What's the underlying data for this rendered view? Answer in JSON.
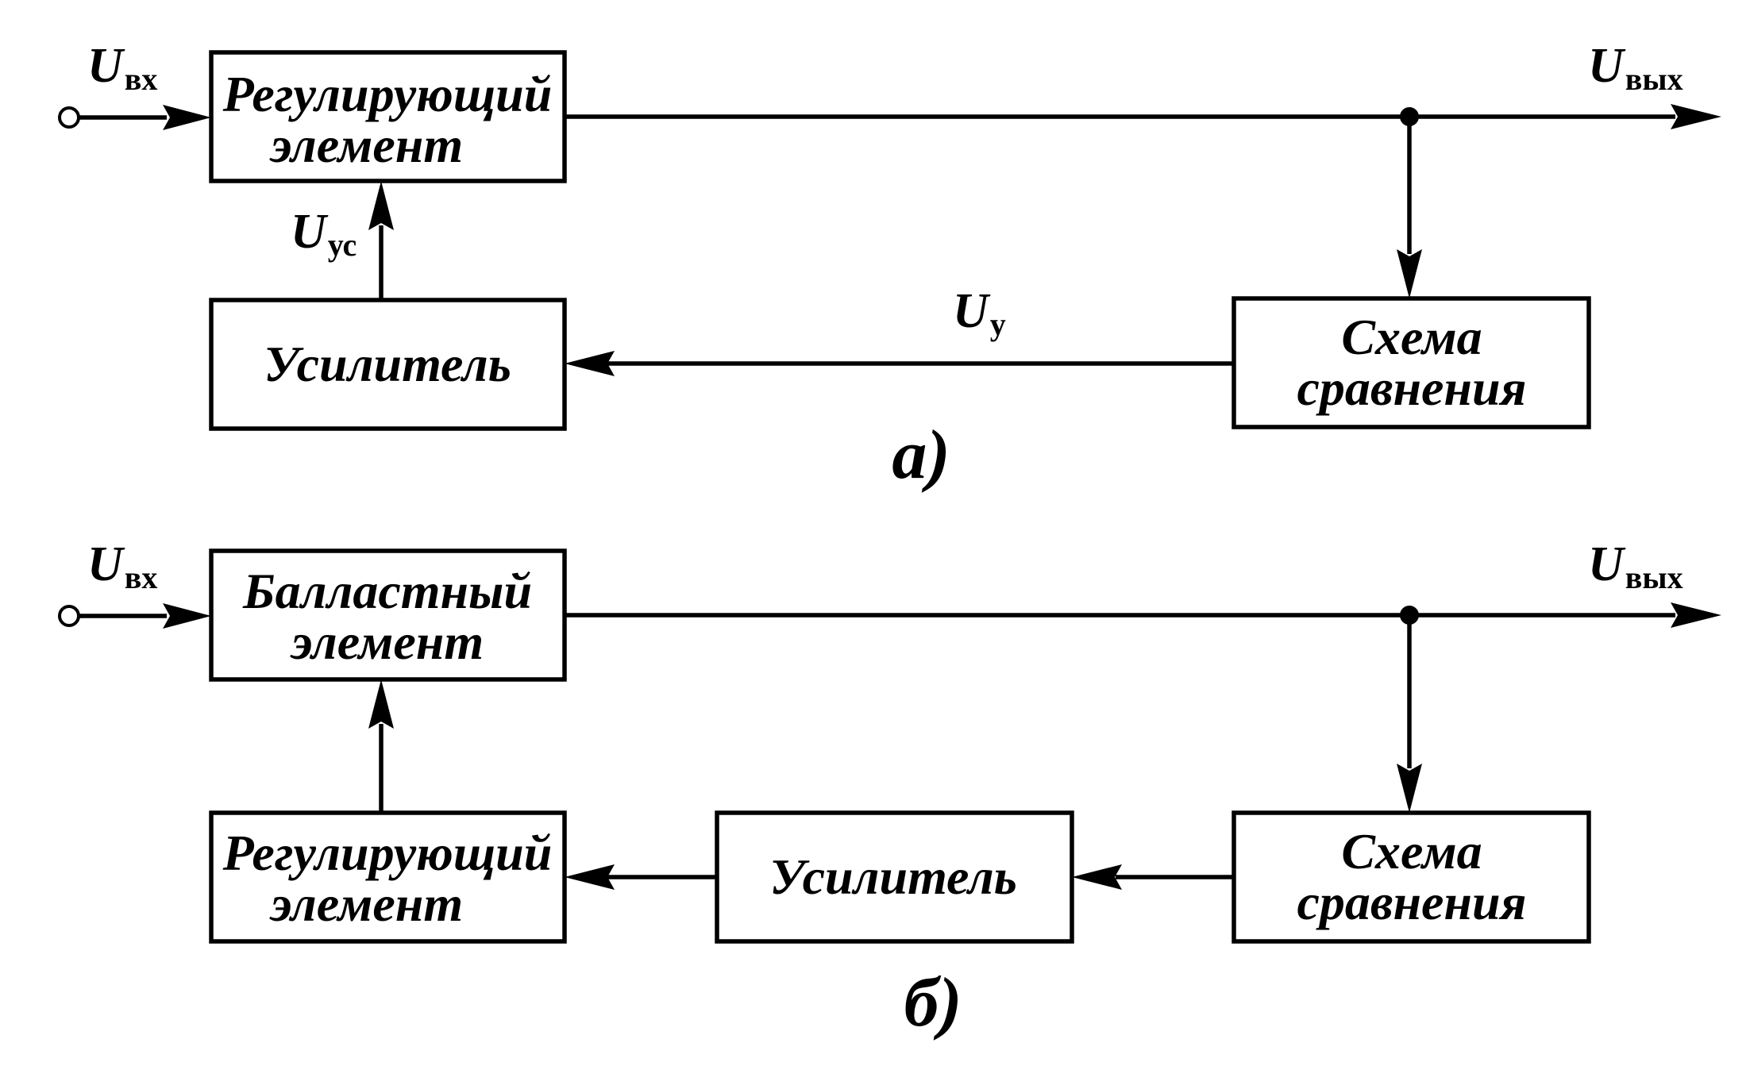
{
  "diagram_a": {
    "caption": "а)",
    "input_label": {
      "main": "U",
      "sub": "вх"
    },
    "output_label": {
      "main": "U",
      "sub": "вых"
    },
    "control_label": {
      "main": "U",
      "sub": "ус"
    },
    "feedback_label": {
      "main": "U",
      "sub": "у"
    },
    "regulating_element": {
      "line1": "Регулирующий",
      "line2": "элемент"
    },
    "amplifier": {
      "line1": "Усилитель"
    },
    "comparison": {
      "line1": "Схема",
      "line2": "сравнения"
    }
  },
  "diagram_b": {
    "caption": "б)",
    "input_label": {
      "main": "U",
      "sub": "вх"
    },
    "output_label": {
      "main": "U",
      "sub": "вых"
    },
    "ballast_element": {
      "line1": "Балластный",
      "line2": "элемент"
    },
    "regulating_element": {
      "line1": "Регулирующий",
      "line2": "элемент"
    },
    "amplifier": {
      "line1": "Усилитель"
    },
    "comparison": {
      "line1": "Схема",
      "line2": "сравнения"
    }
  }
}
